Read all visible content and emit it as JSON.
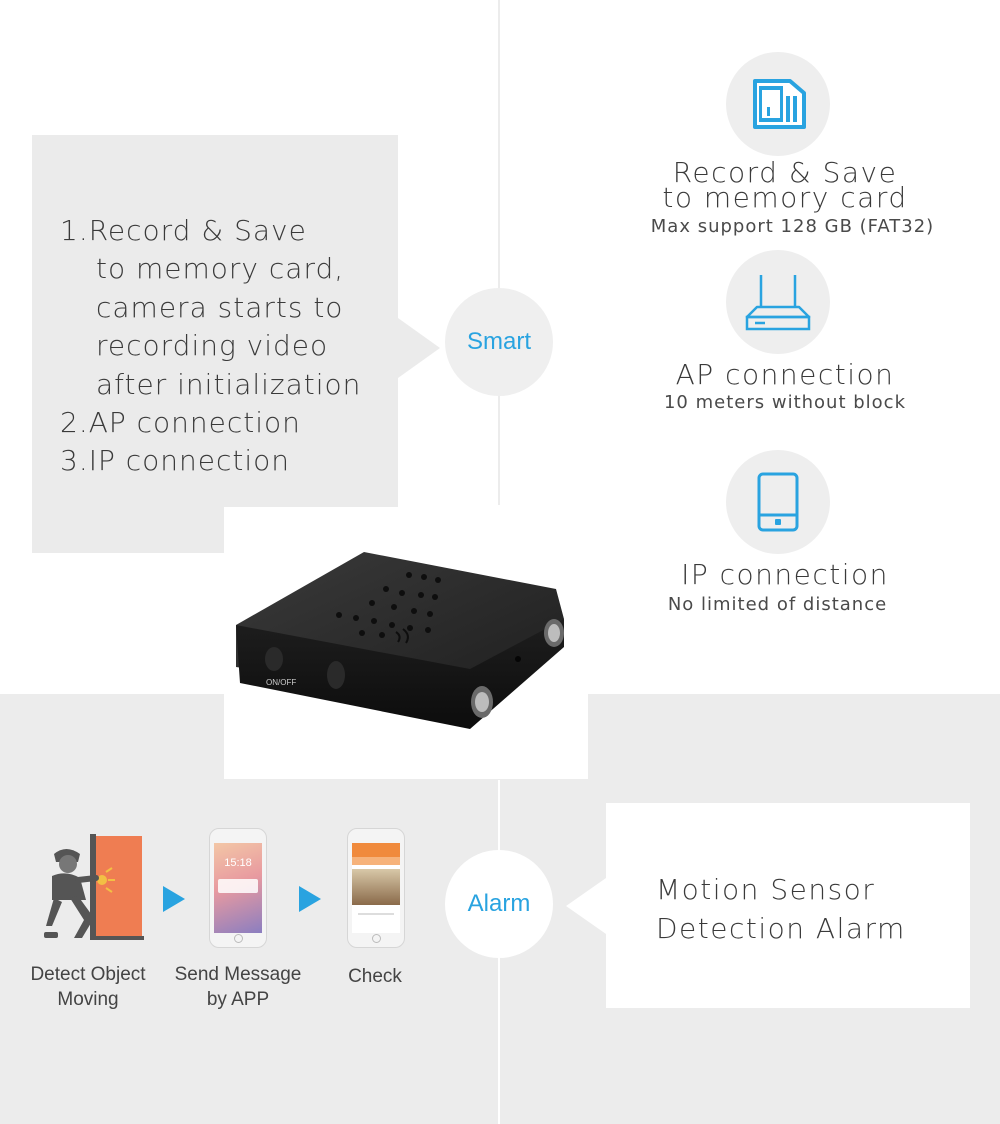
{
  "left_panel": {
    "lines": [
      "1.Record & Save",
      "to memory card,",
      "camera starts to",
      "recording video",
      "after initialization",
      "2.AP connection",
      "3.IP connection"
    ]
  },
  "badges": {
    "smart": "Smart",
    "alarm": "Alarm"
  },
  "features": [
    {
      "title_line1": "Record & Save",
      "title_line2": "to memory card",
      "subtitle": "Max support 128 GB (FAT32)",
      "icon": "memory-card-icon"
    },
    {
      "title_line1": "AP connection",
      "subtitle": "10 meters without block",
      "icon": "router-icon"
    },
    {
      "title_line1": "IP connection",
      "subtitle": "No limited of distance",
      "icon": "tablet-icon"
    }
  ],
  "camera": {
    "switch_label": "ON/OFF"
  },
  "alarm_box": {
    "line1": "Motion Sensor",
    "line2": "Detection Alarm"
  },
  "phone_screen": {
    "time": "15:18"
  },
  "steps": [
    {
      "line1": "Detect Object",
      "line2": "Moving"
    },
    {
      "line1": "Send Message",
      "line2": "by APP"
    },
    {
      "line1": "Check",
      "line2": ""
    }
  ],
  "colors": {
    "accent": "#29a3e0",
    "panel_gray": "#ebebeb",
    "door_orange": "#ef7d52"
  }
}
